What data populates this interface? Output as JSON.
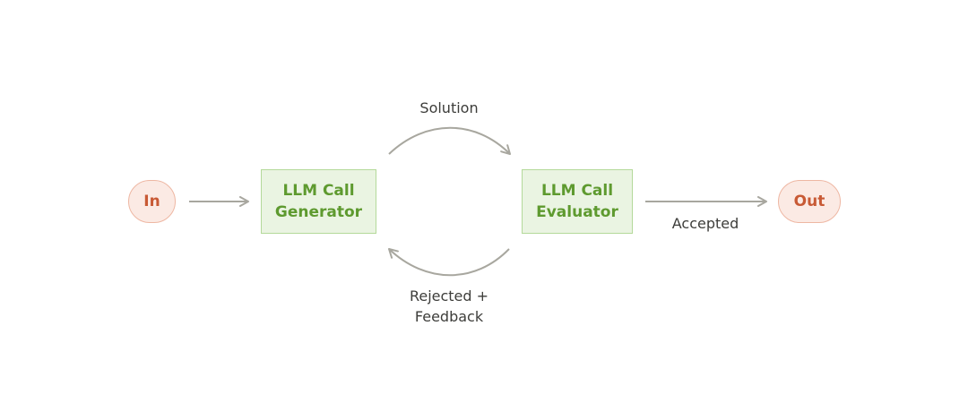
{
  "nodes": {
    "input": {
      "label": "In"
    },
    "output": {
      "label": "Out"
    },
    "generator": {
      "line1": "LLM Call",
      "line2": "Generator"
    },
    "evaluator": {
      "line1": "LLM Call",
      "line2": "Evaluator"
    }
  },
  "edges": {
    "solution": {
      "label": "Solution"
    },
    "accepted": {
      "label": "Accepted"
    },
    "rejected": {
      "line1": "Rejected +",
      "line2": "Feedback"
    }
  },
  "colors": {
    "io_fill": "#fbeae4",
    "io_stroke": "#eeb7a3",
    "io_text": "#c85a35",
    "llm_fill": "#eaf4e2",
    "llm_stroke": "#b4d99a",
    "llm_text": "#5e9a2f",
    "arrow": "#a8a79f",
    "label_text": "#3d3d3a"
  }
}
